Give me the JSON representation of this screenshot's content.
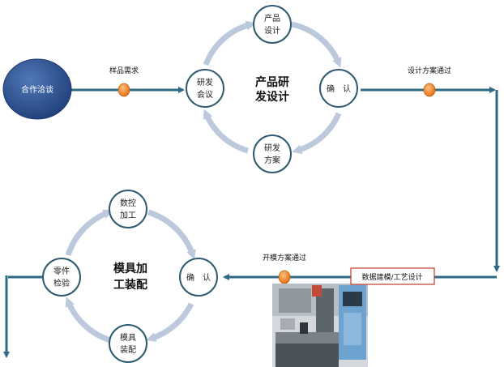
{
  "start_node": {
    "label": "合作洽谈"
  },
  "arrow_labels": {
    "sample_demand": "样品需求",
    "design_approved": "设计方案通过",
    "mold_plan_approved": "开模方案通过"
  },
  "design_cycle": {
    "center_line1": "产品研",
    "center_line2": "发设计",
    "top_line1": "产品",
    "top_line2": "设计",
    "left_line1": "研发",
    "left_line2": "会议",
    "right_label": "确　认",
    "bottom_line1": "研发",
    "bottom_line2": "方案"
  },
  "modeling_box": {
    "label": "数据建模/工艺设计"
  },
  "mold_cycle": {
    "center_line1": "模具加",
    "center_line2": "工装配",
    "top_line1": "数控",
    "top_line2": "加工",
    "left_line1": "零件",
    "left_line2": "检验",
    "right_label": "确　认",
    "bottom_line1": "模具",
    "bottom_line2": "装配"
  },
  "colors": {
    "connector": "#2e6a84",
    "cycle_ring": "#bcc8dc",
    "node_border": "#2f5a70",
    "start_fill": "#2a4f8f",
    "milestone_dot": "#f07a22",
    "modeling_border": "#c0392b"
  },
  "machine_photo": {
    "icon": "cnc-machine-photo"
  }
}
